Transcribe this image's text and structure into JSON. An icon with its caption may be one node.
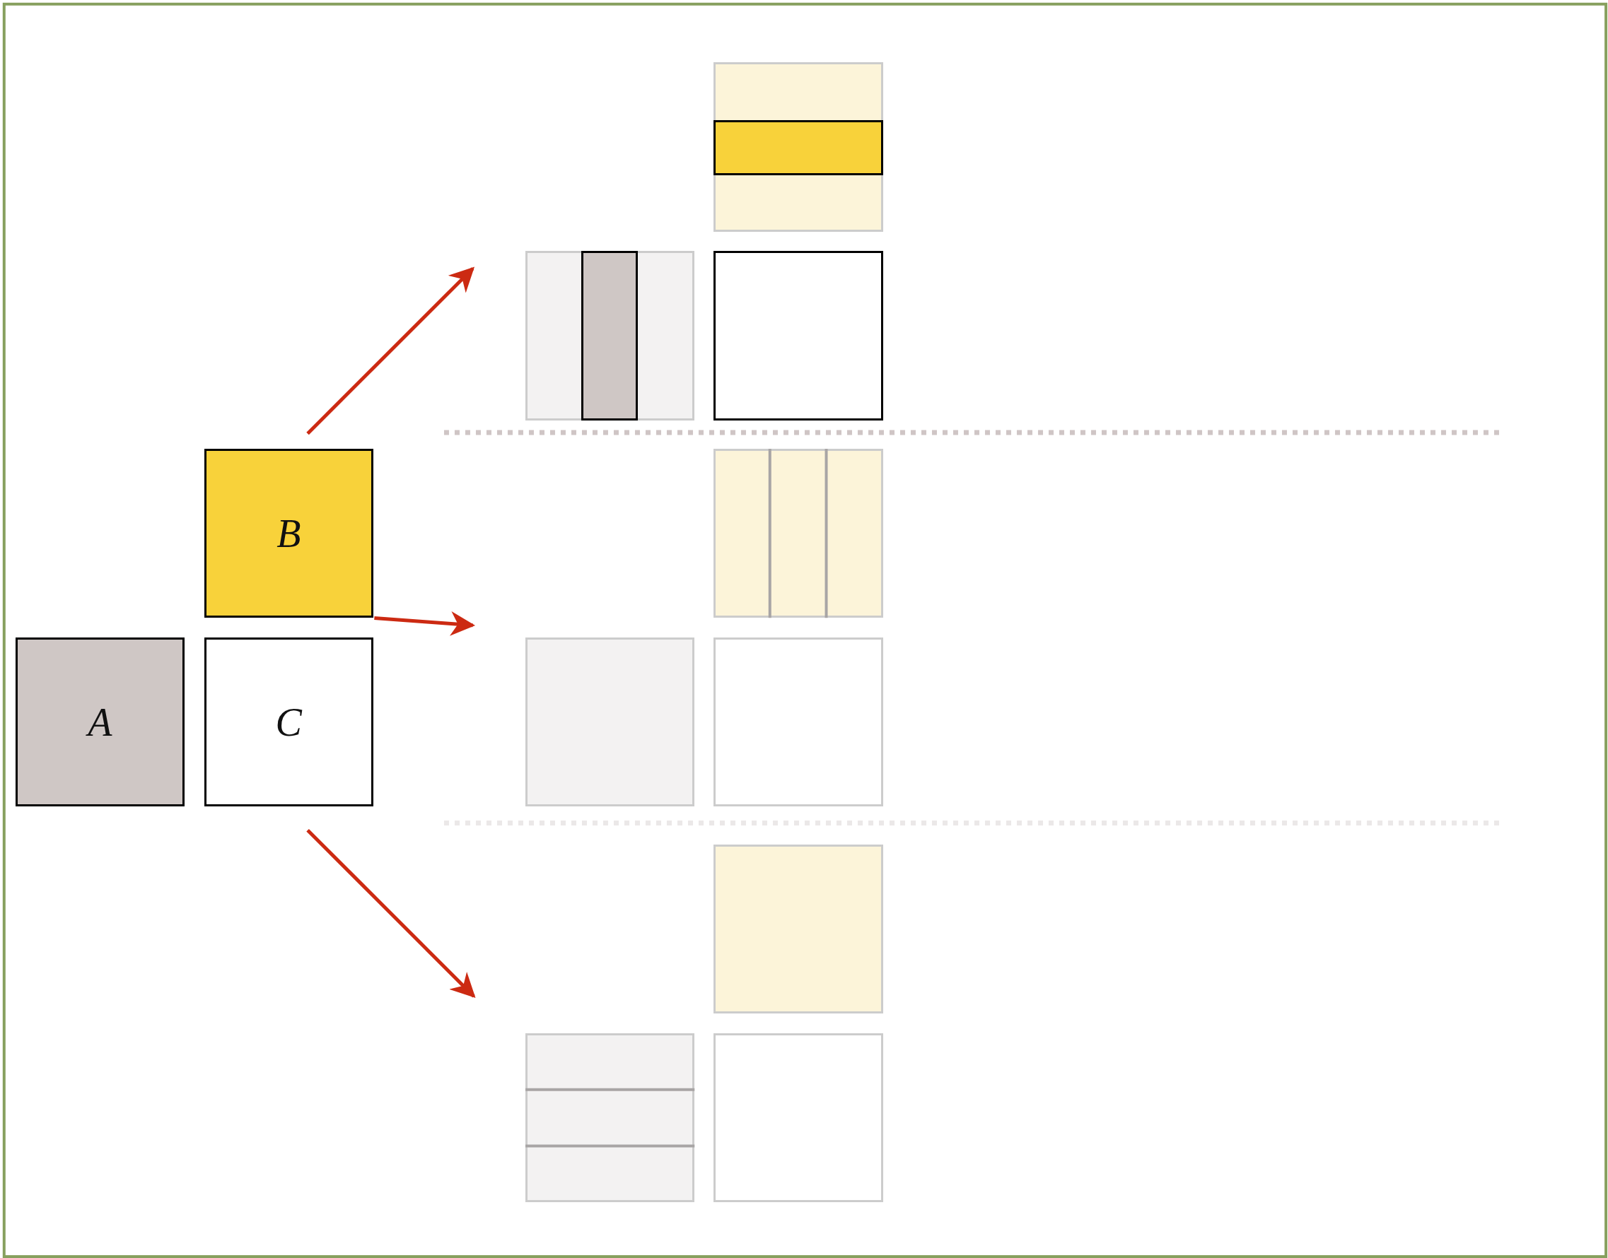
{
  "diagram": {
    "nodes": [
      {
        "text": [
          "A"
        ]
      },
      {
        "text": [
          "B"
        ]
      },
      {
        "text": [
          "C"
        ]
      },
      {
        "text": [],
        "shape": "box"
      },
      {
        "text": [],
        "shape": "box",
        "in": 3
      },
      {
        "text": [],
        "shape": "box"
      },
      {
        "text": [],
        "shape": "box",
        "in": 5
      },
      {
        "text": [],
        "shape": "box"
      },
      {
        "text": [],
        "shape": "box"
      },
      {
        "text": [],
        "shape": "box"
      },
      {
        "text": [],
        "shape": "box"
      },
      {
        "text": [],
        "shape": "box"
      },
      {
        "text": [],
        "shape": "box"
      },
      {
        "text": [],
        "shape": "box"
      }
    ],
    "edges": [
      {
        "from": 1,
        "to": null,
        "arrow": "to"
      },
      {
        "from": 1,
        "to": null,
        "arrow": "to"
      },
      {
        "from": 2,
        "to": null,
        "arrow": "to"
      }
    ]
  }
}
